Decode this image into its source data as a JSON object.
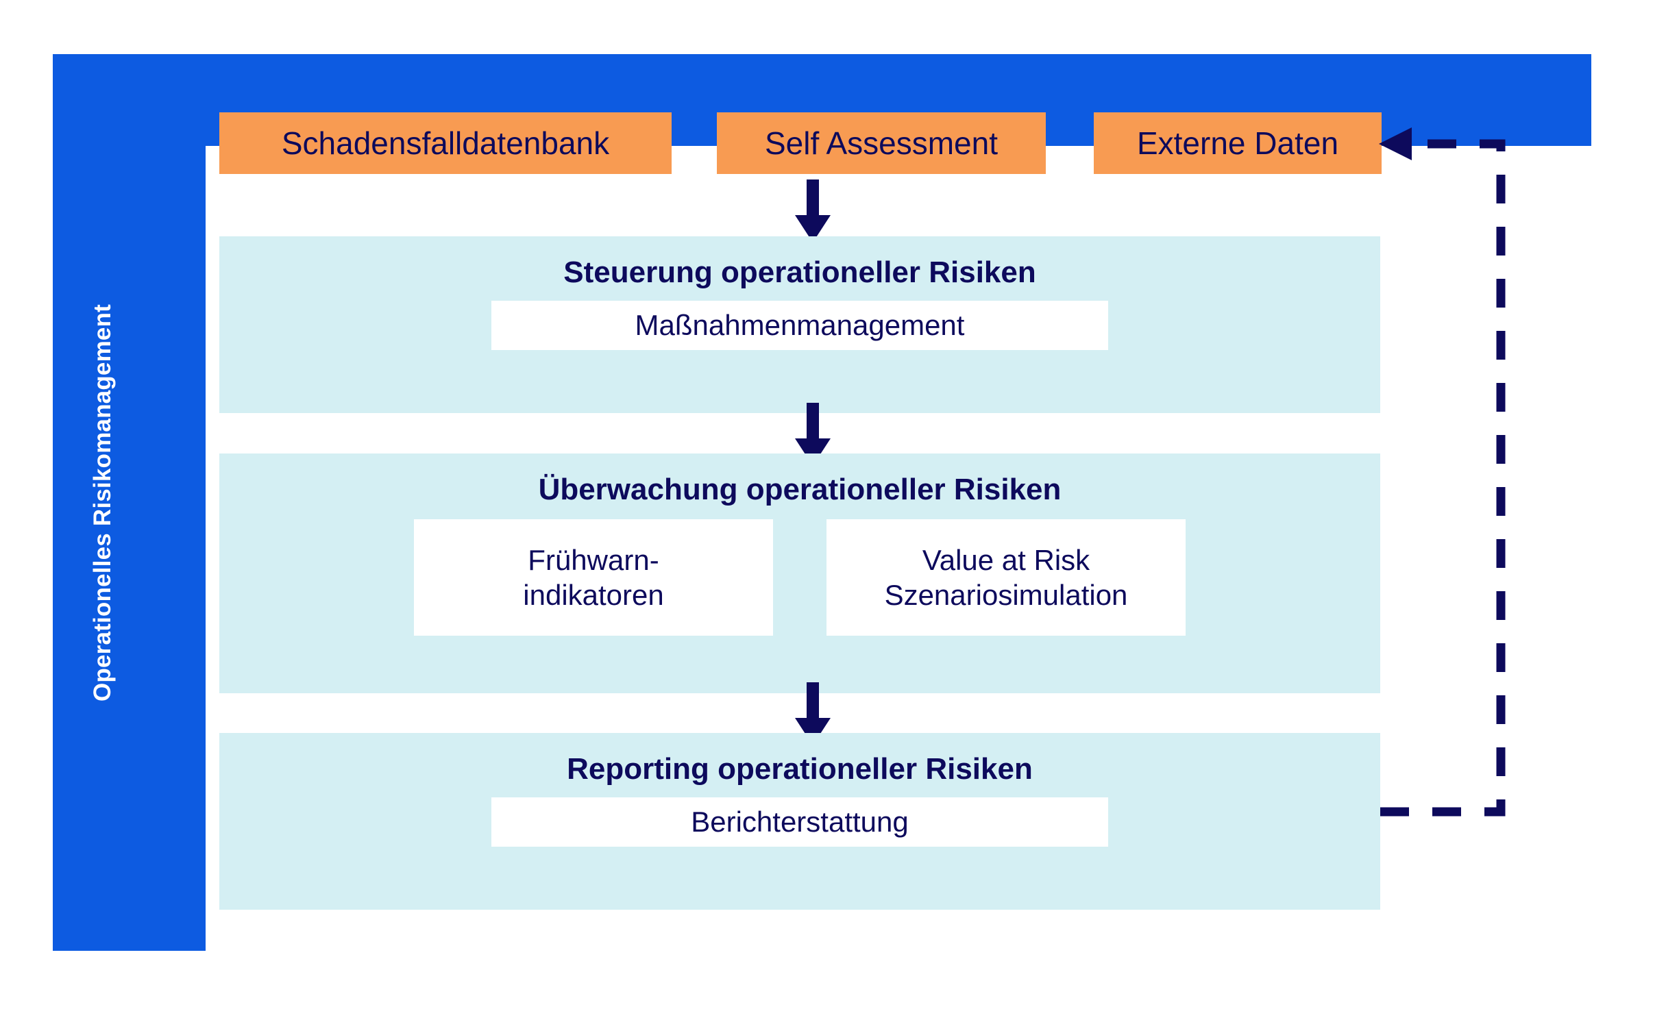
{
  "frame": {
    "side_label": "Operationelles Risikomanagement",
    "border_color": "#0D5BE1"
  },
  "colors": {
    "frame_blue": "#0D5BE1",
    "source_orange": "#F89B52",
    "panel_cyan": "#D4EFF3",
    "text_navy": "#0D0A5C",
    "sub_box_white": "#FFFFFF"
  },
  "sources": [
    {
      "label": "Schadensfalldatenbank"
    },
    {
      "label": "Self Assessment"
    },
    {
      "label": "Externe Daten"
    }
  ],
  "panels": [
    {
      "title": "Steuerung operationeller Risiken",
      "subs": [
        {
          "line1": "Maßnahmenmanagement",
          "line2": ""
        }
      ]
    },
    {
      "title": "Überwachung operationeller Risiken",
      "subs": [
        {
          "line1": "Frühwarn-",
          "line2": "indikatoren"
        },
        {
          "line1": "Value at Risk",
          "line2": "Szenariosimulation"
        }
      ]
    },
    {
      "title": "Reporting operationeller Risiken",
      "subs": [
        {
          "line1": "Berichterstattung",
          "line2": ""
        }
      ]
    }
  ],
  "flow": {
    "arrow_self_assessment_to_steuerung": "down-arrow",
    "arrow_steuerung_to_ueberwachung": "down-arrow",
    "arrow_ueberwachung_to_reporting": "down-arrow",
    "feedback_loop": "dashed-arrow-reporting-to-externe-daten"
  }
}
